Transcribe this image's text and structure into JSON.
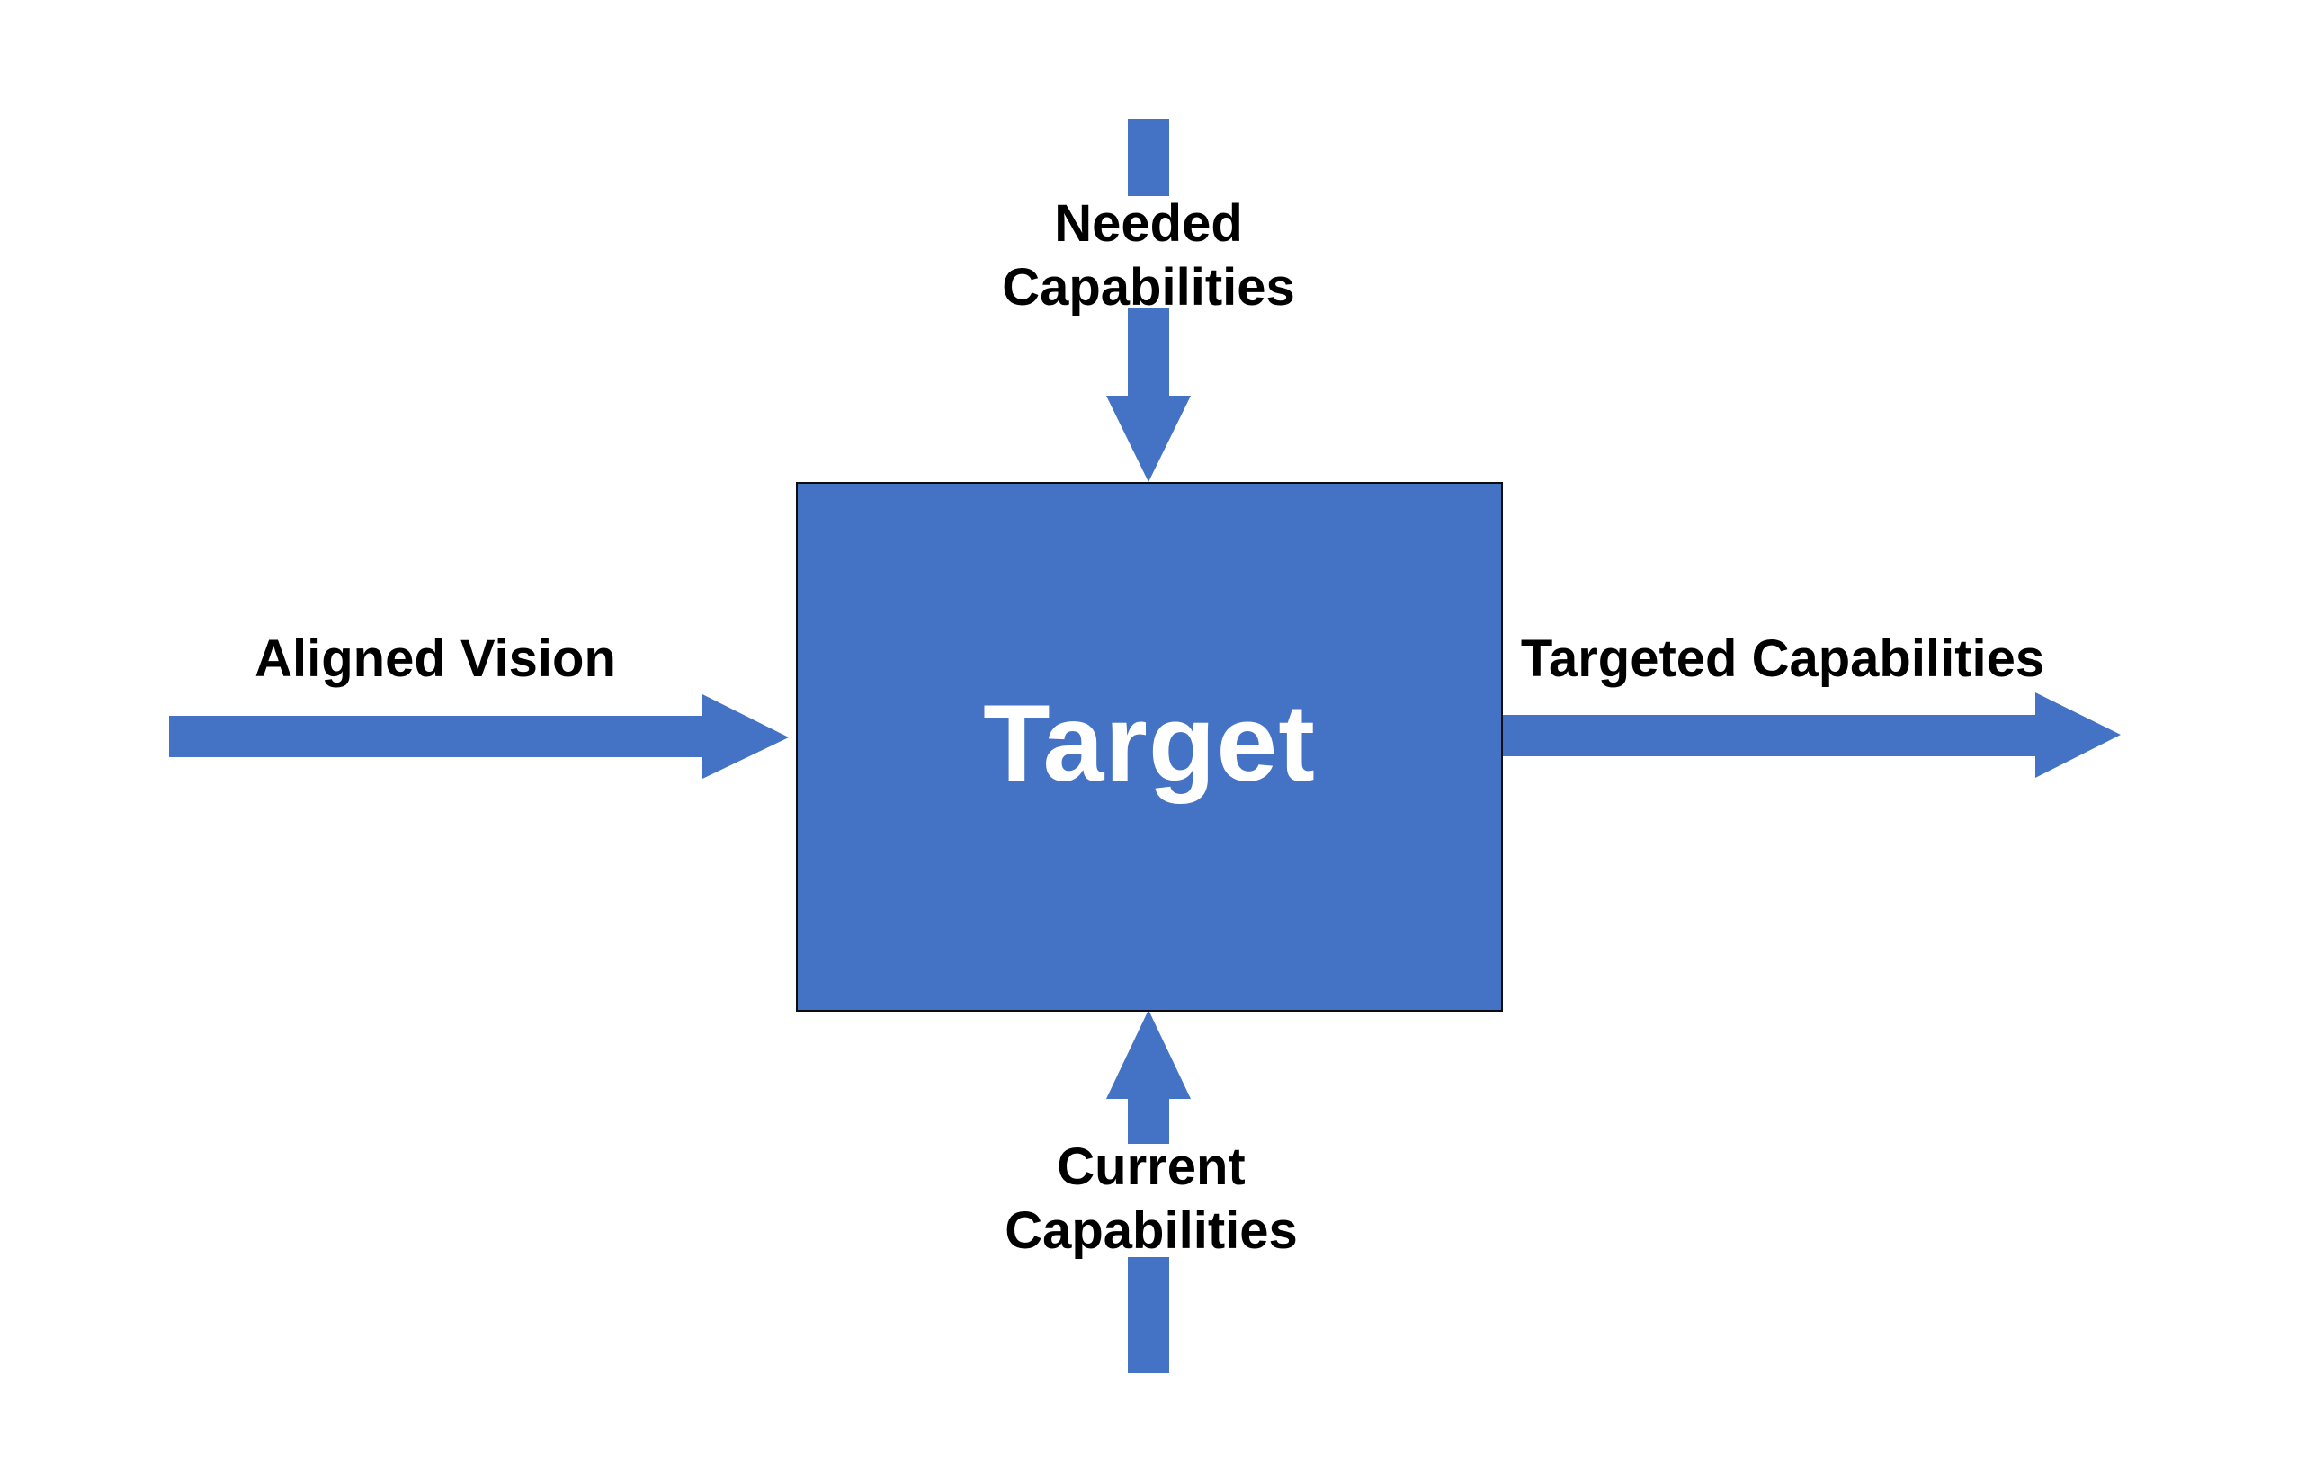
{
  "diagram": {
    "type": "input-output block diagram",
    "colors": {
      "shape_fill": "#4472C4",
      "box_border": "#0D0D0D",
      "label_text": "#000000",
      "center_text": "#FFFFFF",
      "background": "#FFFFFF"
    },
    "center": {
      "label": "Target"
    },
    "arrows": [
      {
        "id": "needed",
        "direction": "down",
        "flow": "into-target",
        "side": "top",
        "label_lines": [
          "Needed",
          "Capabilities"
        ]
      },
      {
        "id": "current",
        "direction": "up",
        "flow": "into-target",
        "side": "bottom",
        "label_lines": [
          "Current",
          "Capabilities"
        ]
      },
      {
        "id": "aligned",
        "direction": "right",
        "flow": "into-target",
        "side": "left",
        "label_lines": [
          "Aligned Vision"
        ]
      },
      {
        "id": "targeted",
        "direction": "right",
        "flow": "out-of-target",
        "side": "right",
        "label_lines": [
          "Targeted Capabilities"
        ]
      }
    ]
  }
}
